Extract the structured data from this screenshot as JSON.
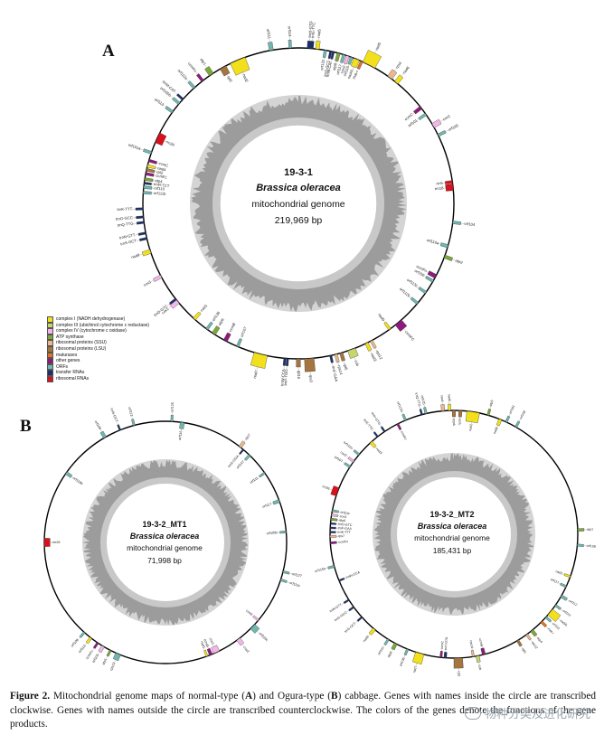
{
  "panels": {
    "a_label": "A",
    "b_label": "B"
  },
  "map_a": {
    "line1": "19-3-1",
    "line2": "Brassica oleracea",
    "line3": "mitochondrial genome",
    "line4": "219,969 bp"
  },
  "map_b1": {
    "line1": "19-3-2_MT1",
    "line2": "Brassica oleracea",
    "line3": "mitochondrial genome",
    "line4": "71,998 bp"
  },
  "map_b2": {
    "line1": "19-3-2_MT2",
    "line2": "Brassica oleracea",
    "line3": "mitochondrial genome",
    "line4": "185,431 bp"
  },
  "legend": [
    {
      "label": "complex I (NADH dehydrogenase)",
      "color": "#f2e01c"
    },
    {
      "label": "complex III (ubichinol cytochrome c reductase)",
      "color": "#c7d56c"
    },
    {
      "label": "complex IV (cytochrome c oxidase)",
      "color": "#f4b6e8"
    },
    {
      "label": "ATP synthase",
      "color": "#7da83a"
    },
    {
      "label": "ribosomal proteins (SSU)",
      "color": "#e9b98c"
    },
    {
      "label": "ribosomal proteins (LSU)",
      "color": "#a5743f"
    },
    {
      "label": "maturases",
      "color": "#e5731e"
    },
    {
      "label": "other genes",
      "color": "#8e1a7b"
    },
    {
      "label": "ORFs",
      "color": "#71b7b0"
    },
    {
      "label": "transfer RNAs",
      "color": "#1a2f6b"
    },
    {
      "label": "ribosomal RNAs",
      "color": "#d8111b"
    }
  ],
  "caption": {
    "fig_label": "Figure 2.",
    "t1": " Mitochondrial genome maps of normal-type (",
    "a": "A",
    "t2": ") and Ogura-type (",
    "b": "B",
    "t3": ") cabbage. Genes with names inside the circle are transcribed clockwise. Genes with names outside the circle are transcribed counterclockwise. The colors of the genes denote the functions of the gene products."
  },
  "watermark": "物种分类及进化研究",
  "genes_a": [
    [
      "trnH-GTG",
      4,
      1.5,
      "o",
      "#1a2f6b",
      4
    ],
    [
      "trnE-TTC",
      5,
      1,
      "o",
      "#1a2f6b",
      4
    ],
    [
      "nad5",
      7,
      1.4,
      "o",
      "#f2e01c",
      3
    ],
    [
      "orf132",
      10,
      1,
      "i",
      "#71b7b0",
      4
    ],
    [
      "trnS-GCT",
      12,
      0.8,
      "i",
      "#1a2f6b",
      4
    ],
    [
      "trnM-CAT",
      13,
      0.8,
      "i",
      "#1a2f6b",
      4
    ],
    [
      "atp8",
      15,
      1.2,
      "i",
      "#7da83a",
      3
    ],
    [
      "orf117",
      17,
      1,
      "i",
      "#71b7b0",
      3
    ],
    [
      "cox2",
      18.5,
      1.2,
      "i",
      "#f4b6e8",
      3
    ],
    [
      "orf115",
      20,
      1,
      "i",
      "#71b7b0",
      4
    ],
    [
      "nad4L",
      22,
      2.2,
      "i",
      "#f2e01c",
      3
    ],
    [
      "mat-r",
      24,
      1,
      "i",
      "#e5731e",
      3
    ],
    [
      "nad5",
      27,
      5,
      "o",
      "#f2e01c",
      3
    ],
    [
      "rps4",
      36,
      2,
      "o",
      "#e9b98c",
      3
    ],
    [
      "nad6",
      39,
      1.6,
      "o",
      "#f2e01c",
      3
    ],
    [
      "ccmC",
      52,
      1.3,
      "i",
      "#8e1a7b",
      3
    ],
    [
      "orf101",
      55,
      1,
      "i",
      "#71b7b0",
      3
    ],
    [
      "cox2",
      60,
      1.8,
      "o",
      "#f4b6e8",
      3
    ],
    [
      "orf195",
      64,
      1,
      "o",
      "#71b7b0",
      3
    ],
    [
      "rrn5",
      82,
      1,
      "i",
      "#d8111b",
      4
    ],
    [
      "rrn18",
      84,
      2.5,
      "i",
      "#d8111b",
      4
    ],
    [
      "orf104",
      97,
      1,
      "o",
      "#71b7b0",
      3
    ],
    [
      "orf110a",
      106,
      1.2,
      "i",
      "#71b7b0",
      4
    ],
    [
      "atp9",
      110,
      1.2,
      "o",
      "#7da83a",
      3
    ],
    [
      "ccmFn",
      118,
      1.5,
      "i",
      "#8e1a7b",
      3
    ],
    [
      "orf150",
      120,
      1,
      "i",
      "#71b7b0",
      3
    ],
    [
      "orf113c",
      125,
      1,
      "i",
      "#71b7b0",
      3
    ],
    [
      "orf112b",
      130,
      1,
      "i",
      "#71b7b0",
      3
    ],
    [
      "ccmFC",
      140,
      3,
      "o",
      "#8e1a7b",
      3
    ],
    [
      "nad9",
      144,
      1,
      "i",
      "#f2e01c",
      3
    ],
    [
      "rps12",
      152,
      1,
      "o",
      "#e9b98c",
      3
    ],
    [
      "nad3",
      154,
      1.2,
      "o",
      "#f2e01c",
      3
    ],
    [
      "cob",
      160,
      3,
      "o",
      "#c7d56c",
      3
    ],
    [
      "rpl5",
      164,
      1.2,
      "o",
      "#a5743f",
      3
    ],
    [
      "rps14",
      166,
      1,
      "o",
      "#e9b98c",
      3
    ],
    [
      "trnF-GAA",
      168,
      0.8,
      "o",
      "#1a2f6b",
      4
    ],
    [
      "rps3",
      176,
      3.5,
      "o",
      "#a5743f",
      3
    ],
    [
      "rpl16",
      180,
      1.5,
      "o",
      "#a5743f",
      3
    ],
    [
      "trnP-TGG",
      184,
      0.8,
      "o",
      "#1a2f6b",
      4
    ],
    [
      "trnW-CCA",
      185,
      0.8,
      "o",
      "#1a2f6b",
      4
    ],
    [
      "nad7",
      194,
      5,
      "o",
      "#f2e01c",
      3
    ],
    [
      "orf107",
      203,
      1,
      "i",
      "#71b7b0",
      3
    ],
    [
      "ccmB",
      208,
      1.5,
      "i",
      "#8e1a7b",
      3
    ],
    [
      "atp6",
      213,
      1.5,
      "i",
      "#7da83a",
      3
    ],
    [
      "orf136",
      216,
      1,
      "i",
      "#71b7b0",
      3
    ],
    [
      "nad1",
      222,
      1.2,
      "i",
      "#f2e01c",
      3
    ],
    [
      "cox1",
      231,
      2,
      "o",
      "#f4b6e8",
      3
    ],
    [
      "trnD-GTC",
      232,
      0.8,
      "o",
      "#1a2f6b",
      4
    ],
    [
      "cox3",
      242,
      1.2,
      "o",
      "#f4b6e8",
      3
    ],
    [
      "nad9",
      252,
      1.5,
      "o",
      "#f2e01c",
      3
    ],
    [
      "trnS-GCT",
      257,
      0.8,
      "o",
      "#1a2f6b",
      4
    ],
    [
      "trnN-GTT",
      259,
      0.8,
      "o",
      "#1a2f6b",
      4
    ],
    [
      "trnQ-TTG",
      263,
      0.8,
      "o",
      "#1a2f6b",
      4
    ],
    [
      "trnG-GCC",
      265,
      0.8,
      "o",
      "#1a2f6b",
      4
    ],
    [
      "trnK-TTT",
      268,
      0.8,
      "o",
      "#1a2f6b",
      4
    ],
    [
      "orf111b",
      274,
      1,
      "i",
      "#71b7b0",
      3
    ],
    [
      "orf110",
      276,
      1,
      "i",
      "#71b7b0",
      3
    ],
    [
      "trnR-TCT",
      277.5,
      0.8,
      "i",
      "#1a2f6b",
      4
    ],
    [
      "atp4",
      279,
      1,
      "i",
      "#7da83a",
      3
    ],
    [
      "ccmFc",
      281,
      1,
      "i",
      "#8e1a7b",
      3
    ],
    [
      "rpl2",
      282.5,
      1,
      "i",
      "#a5743f",
      3
    ],
    [
      "nad4",
      284,
      1,
      "i",
      "#f2e01c",
      3
    ],
    [
      "ccmC",
      286,
      1,
      "i",
      "#8e1a7b",
      3
    ],
    [
      "orf101a",
      289,
      1,
      "o",
      "#71b7b0",
      3
    ],
    [
      "rrn26",
      295,
      4,
      "i",
      "#d8111b",
      4
    ],
    [
      "orf113",
      306,
      1,
      "o",
      "#71b7b0",
      3
    ],
    [
      "orf105b",
      310,
      1,
      "o",
      "#71b7b0",
      3
    ],
    [
      "trnM-CAT",
      312,
      0.8,
      "o",
      "#1a2f6b",
      4
    ],
    [
      "orf112a",
      318,
      1,
      "o",
      "#71b7b0",
      3
    ],
    [
      "ccmFn",
      322,
      1,
      "o",
      "#8e1a7b",
      3
    ],
    [
      "atp1",
      326,
      1.8,
      "o",
      "#7da83a",
      3
    ],
    [
      "rpl2",
      331,
      2.5,
      "i",
      "#a5743f",
      3
    ],
    [
      "nad2",
      337,
      6,
      "i",
      "#f2e01c",
      3
    ],
    [
      "orf111",
      350,
      1.5,
      "o",
      "#71b7b0",
      3
    ],
    [
      "orf114",
      357,
      1,
      "o",
      "#71b7b0",
      3
    ]
  ],
  "genes_b1": [
    [
      "orf125",
      3,
      1,
      "o",
      "#71b7b0",
      3
    ],
    [
      "orf116",
      8,
      2,
      "i",
      "#71b7b0",
      3
    ],
    [
      "rps7",
      38,
      1.5,
      "o",
      "#e9b98c",
      3
    ],
    [
      "trnS-GGA",
      40,
      0.8,
      "i",
      "#1a2f6b",
      4
    ],
    [
      "orf147",
      44,
      1.2,
      "i",
      "#71b7b0",
      3
    ],
    [
      "orf111",
      55,
      1,
      "i",
      "#71b7b0",
      3
    ],
    [
      "orf117",
      70,
      1.5,
      "i",
      "#71b7b0",
      3
    ],
    [
      "orf108c",
      85,
      1,
      "i",
      "#71b7b0",
      3
    ],
    [
      "orf127",
      104,
      1,
      "o",
      "#71b7b0",
      3
    ],
    [
      "orf111c",
      108,
      1,
      "o",
      "#71b7b0",
      3
    ],
    [
      "cox3",
      130,
      1,
      "i",
      "#f4b6e8",
      3
    ],
    [
      "orf116c",
      134,
      3,
      "o",
      "#71b7b0",
      3
    ],
    [
      "cox2",
      143,
      2,
      "o",
      "#f4b6e8",
      3
    ],
    [
      "cox1",
      155,
      3,
      "i",
      "#f4b6e8",
      3
    ],
    [
      "ccmB",
      158,
      1.5,
      "i",
      "#8e1a7b",
      3
    ],
    [
      "nad1",
      160,
      1,
      "i",
      "#f2e01c",
      3
    ],
    [
      "rps13",
      203,
      2.5,
      "o",
      "#71b7b0",
      3
    ],
    [
      "atp1",
      207,
      1,
      "o",
      "#7da83a",
      3
    ],
    [
      "orf105",
      211,
      1.5,
      "o",
      "#f4b6e8",
      3
    ],
    [
      "ccmFc",
      214,
      1,
      "o",
      "#8e1a7b",
      3
    ],
    [
      "orf113",
      218,
      1.2,
      "o",
      "#f2e01c",
      3
    ],
    [
      "orf109",
      222,
      1,
      "o",
      "#71b7b0",
      3
    ],
    [
      "rrn26",
      270,
      4,
      "i",
      "#d8111b",
      4
    ],
    [
      "orf116b",
      305,
      1.5,
      "i",
      "#71b7b0",
      3
    ],
    [
      "orf108",
      330,
      1.5,
      "o",
      "#71b7b0",
      3
    ],
    [
      "trnS-GCT",
      338,
      0.8,
      "o",
      "#1a2f6b",
      4
    ],
    [
      "orf112",
      345,
      1,
      "o",
      "#71b7b0",
      3
    ]
  ],
  "genes_b2": [
    [
      "trnQ-TTG",
      345,
      0.8,
      "o",
      "#1a2f6b",
      4
    ],
    [
      "orf125",
      347,
      1,
      "o",
      "#71b7b0",
      3
    ],
    [
      "rps4",
      355,
      1.5,
      "o",
      "#e9b98c",
      3
    ],
    [
      "nad5",
      358,
      1.2,
      "o",
      "#f2e01c",
      3
    ],
    [
      "rpl16",
      0,
      1.5,
      "i",
      "#a5743f",
      3
    ],
    [
      "rps3",
      3,
      1.5,
      "i",
      "#a5743f",
      3
    ],
    [
      "nad2",
      9,
      6,
      "i",
      "#f2e01c",
      3
    ],
    [
      "atp9",
      16,
      1,
      "o",
      "#7da83a",
      3
    ],
    [
      "nad6",
      22,
      1.5,
      "i",
      "#f2e01c",
      3
    ],
    [
      "orf101",
      25,
      1,
      "o",
      "#71b7b0",
      3
    ],
    [
      "orf108",
      30,
      1,
      "o",
      "#71b7b0",
      3
    ],
    [
      "atp1",
      88,
      1.2,
      "o",
      "#7da83a",
      3
    ],
    [
      "orf109",
      95,
      1,
      "o",
      "#71b7b0",
      3
    ],
    [
      "nad1",
      110,
      1,
      "i",
      "#f2e01c",
      3
    ],
    [
      "orf117",
      115,
      1,
      "i",
      "#71b7b0",
      3
    ],
    [
      "orf112",
      120,
      1.3,
      "o",
      "#71b7b0",
      3
    ],
    [
      "orf113",
      125,
      1,
      "o",
      "#71b7b0",
      3
    ],
    [
      "nad4L",
      129,
      3.5,
      "o",
      "#f2e01c",
      3
    ],
    [
      "orf111",
      132,
      1,
      "o",
      "#71b7b0",
      3
    ],
    [
      "mat-r",
      135,
      1.2,
      "o",
      "#e5731e",
      3
    ],
    [
      "atp4",
      141,
      1.5,
      "o",
      "#7da83a",
      3
    ],
    [
      "rps12",
      144,
      1,
      "o",
      "#e9b98c",
      3
    ],
    [
      "rpl5",
      149,
      1.2,
      "o",
      "#a5743f",
      3
    ],
    [
      "ccmB",
      166,
      1.5,
      "i",
      "#8e1a7b",
      3
    ],
    [
      "cob",
      169,
      1.5,
      "o",
      "#c7d56c",
      3
    ],
    [
      "rps14",
      171,
      1,
      "i",
      "#e9b98c",
      3
    ],
    [
      "rpl2",
      178,
      4,
      "o",
      "#a5743f",
      3
    ],
    [
      "trnY-GTA",
      184,
      1.2,
      "i",
      "#1a2f6b",
      4
    ],
    [
      "ccmC",
      186,
      1,
      "i",
      "#8e1a7b",
      3
    ],
    [
      "nad7",
      196,
      4,
      "o",
      "#f2e01c",
      3
    ],
    [
      "orf136",
      202,
      1,
      "o",
      "#71b7b0",
      3
    ],
    [
      "atp8",
      208,
      1.5,
      "o",
      "#7da83a",
      3
    ],
    [
      "orf110",
      212,
      1,
      "o",
      "#71b7b0",
      3
    ],
    [
      "nad9",
      220,
      1.5,
      "o",
      "#f2e01c",
      3
    ],
    [
      "trnS-GCT",
      228,
      0.8,
      "o",
      "#1a2f6b",
      4
    ],
    [
      "trnG-GCC",
      234,
      0.8,
      "o",
      "#1a2f6b",
      4
    ],
    [
      "trnN-GTT",
      238,
      0.8,
      "o",
      "#1a2f6b",
      4
    ],
    [
      "trnW-CCA",
      248,
      0.8,
      "i",
      "#1a2f6b",
      4
    ],
    [
      "orf115b",
      255,
      1,
      "o",
      "#71b7b0",
      3
    ],
    [
      "ccmFn",
      266,
      1,
      "i",
      "#8e1a7b",
      3
    ],
    [
      "rps7",
      269,
      1,
      "i",
      "#e9b98c",
      3
    ],
    [
      "trnK-TTT",
      271,
      0.8,
      "i",
      "#1a2f6b",
      4
    ],
    [
      "trnF-GAA",
      273,
      0.8,
      "i",
      "#1a2f6b",
      4
    ],
    [
      "trnD-GTC",
      275,
      0.8,
      "i",
      "#1a2f6b",
      4
    ],
    [
      "atp6",
      277,
      1,
      "i",
      "#7da83a",
      3
    ],
    [
      "cox3",
      279,
      1,
      "i",
      "#f4b6e8",
      3
    ],
    [
      "orf104",
      281,
      1,
      "i",
      "#71b7b0",
      3
    ],
    [
      "rrn26",
      290,
      4,
      "o",
      "#d8111b",
      4
    ],
    [
      "orf107",
      303,
      1,
      "o",
      "#71b7b0",
      3
    ],
    [
      "cox2",
      306,
      1,
      "o",
      "#f4b6e8",
      3
    ],
    [
      "orf111b",
      310,
      1,
      "o",
      "#71b7b0",
      3
    ],
    [
      "nad3",
      318,
      1.5,
      "i",
      "#f2e01c",
      3
    ],
    [
      "trnE-TTC",
      322,
      0.8,
      "o",
      "#1a2f6b",
      4
    ],
    [
      "trnH-GTG",
      326,
      0.8,
      "o",
      "#1a2f6b",
      4
    ],
    [
      "ccmFc",
      333,
      1,
      "i",
      "#8e1a7b",
      3
    ],
    [
      "orf113b",
      337,
      1,
      "o",
      "#71b7b0",
      3
    ]
  ]
}
